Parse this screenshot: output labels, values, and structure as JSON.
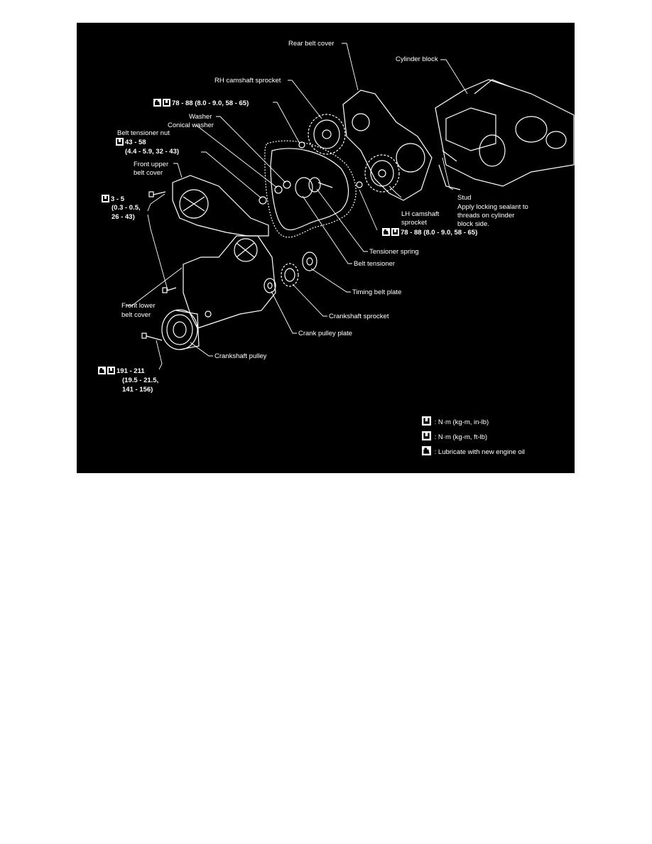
{
  "labels": {
    "rear_belt_cover": "Rear belt cover",
    "cylinder_block": "Cylinder block",
    "rh_camshaft_sprocket": "RH camshaft sprocket",
    "torque_rh_cam": "78 - 88 (8.0 - 9.0, 58 - 65)",
    "washer": "Washer",
    "conical_washer": "Conical washer",
    "belt_tensioner_nut": "Belt tensioner nut",
    "torque_tensioner_1": "43 - 58",
    "torque_tensioner_2": "(4.4 - 5.9, 32 - 43)",
    "front_upper_belt_cover_1": "Front upper",
    "front_upper_belt_cover_2": "belt cover",
    "torque_cover_1": "3 - 5",
    "torque_cover_2": "(0.3 - 0.5,",
    "torque_cover_3": "26 - 43)",
    "stud": "Stud",
    "stud_note_1": "Apply locking sealant to",
    "stud_note_2": "threads on cylinder",
    "stud_note_3": "block side.",
    "lh_camshaft_sprocket_1": "LH camshaft",
    "lh_camshaft_sprocket_2": "sprocket",
    "torque_lh_cam": "78 - 88 (8.0 - 9.0, 58 - 65)",
    "tensioner_spring": "Tensioner spring",
    "belt_tensioner": "Belt tensioner",
    "timing_belt_plate": "Timing belt plate",
    "front_lower_belt_cover_1": "Front lower",
    "front_lower_belt_cover_2": "belt cover",
    "crankshaft_sprocket": "Crankshaft sprocket",
    "crank_pulley_plate": "Crank pulley plate",
    "crankshaft_pulley": "Crankshaft pulley",
    "torque_pulley_1": "191 - 211",
    "torque_pulley_2": "(19.5 - 21.5,",
    "torque_pulley_3": "141 - 156)"
  },
  "legend": {
    "in_lb": ": N·m (kg-m, in-lb)",
    "ft_lb": ": N·m (kg-m, ft-lb)",
    "oil": ": Lubricate with new engine oil"
  },
  "colors": {
    "background": "#000000",
    "ink": "#ffffff"
  },
  "icons": [
    "torque-wrench-in-lb-icon",
    "torque-wrench-ft-lb-icon",
    "oil-can-icon"
  ]
}
